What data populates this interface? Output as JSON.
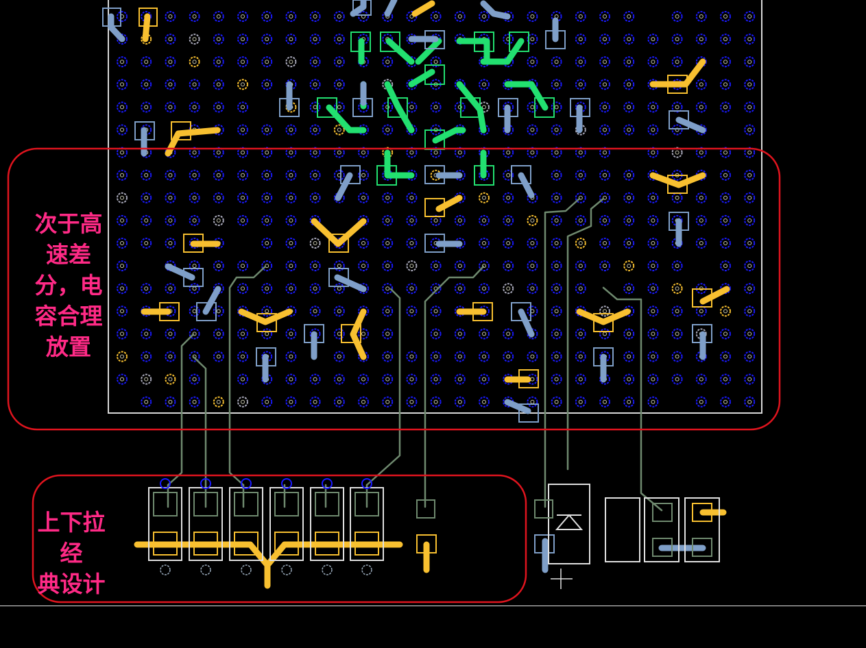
{
  "annotations": {
    "high_speed_note": [
      "次于高",
      "速差",
      "分，电",
      "容合理",
      "放置"
    ],
    "pullup_note": [
      "上下拉经",
      "典设计"
    ]
  },
  "colors": {
    "background": "#000000",
    "board_outline": "#d8d8d8",
    "highlight_frame": "#e0141e",
    "annotation_text": "#ff2a86",
    "via_ring": "#1a1aff",
    "trace_top": "#f8c030",
    "trace_bottom": "#7f9fc8",
    "trace_diffpair": "#22e070",
    "trace_signal": "#6f8a6f"
  }
}
